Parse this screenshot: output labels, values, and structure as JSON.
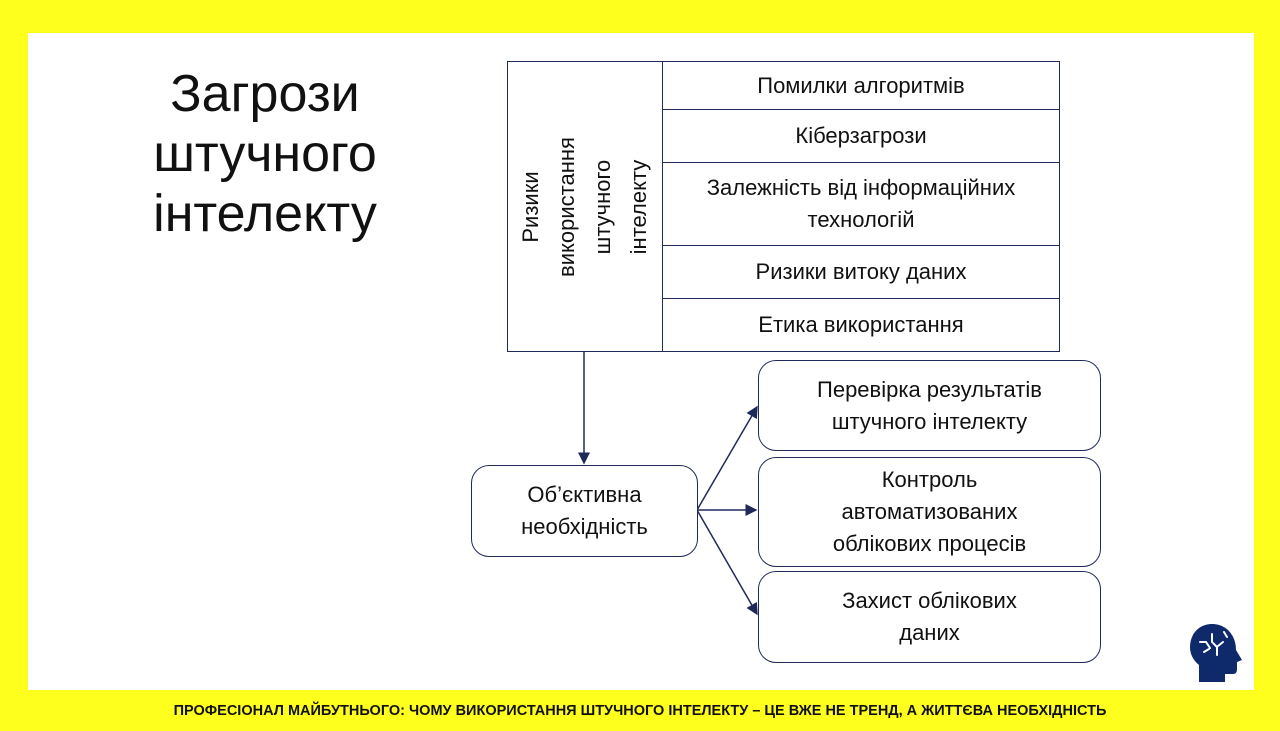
{
  "title": [
    "Загрози",
    "штучного",
    "інтелекту"
  ],
  "risks": {
    "header": [
      "Ризики",
      "використання",
      "штучного",
      "інтелекту"
    ],
    "items": [
      "Помилки алгоритмів",
      "Кіберзагрози",
      "Залежність від інформаційних технологій",
      "Ризики витоку даних",
      "Етика використання"
    ]
  },
  "necessity": {
    "label": "Об’єктивна необхідність"
  },
  "measures": [
    "Перевірка результатів штучного інтелекту",
    "Контроль автоматизованих облікових процесів",
    "Захист облікових даних"
  ],
  "footer": "ПРОФЕСІОНАЛ МАЙБУТНЬОГО: ЧОМУ ВИКОРИСТАННЯ ШТУЧНОГО ІНТЕЛЕКТУ – ЦЕ ВЖЕ НЕ ТРЕНД, А ЖИТТЄВА НЕОБХІДНІСТЬ",
  "colors": {
    "background": "#ffff1e",
    "line": "#1f2a5a",
    "logo": "#0f2a6b"
  }
}
